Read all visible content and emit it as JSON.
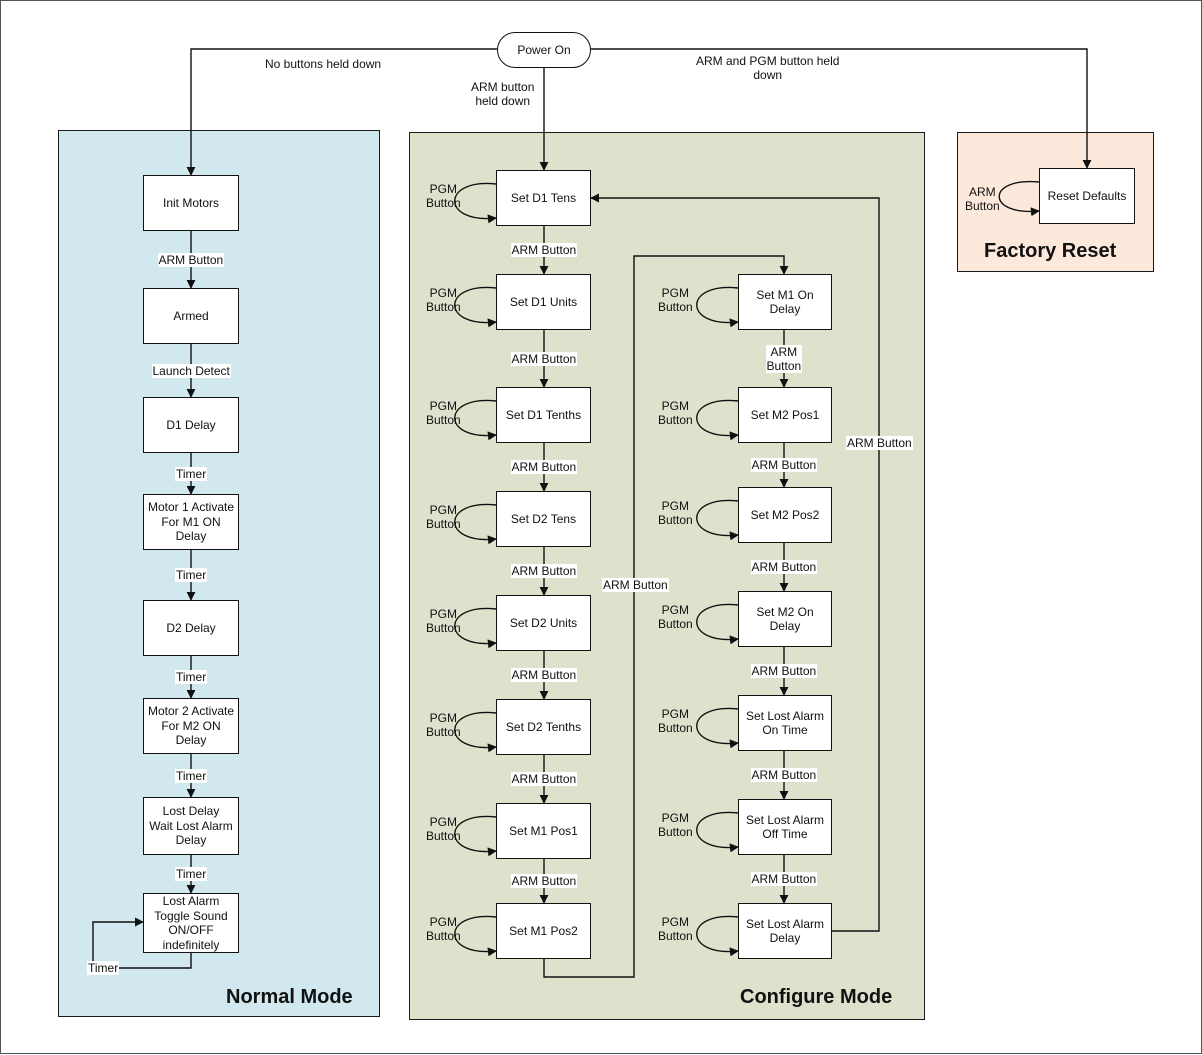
{
  "start": {
    "label": "Power On"
  },
  "branches": {
    "normal": "No buttons held down",
    "configure": "ARM button\nheld down",
    "factory": "ARM and PGM button held\ndown"
  },
  "panels": {
    "normal": "Normal Mode",
    "configure": "Configure Mode",
    "factory": "Factory Reset"
  },
  "normal_mode": {
    "nodes": [
      "Init Motors",
      "Armed",
      "D1 Delay",
      "Motor 1 Activate\nFor M1 ON\nDelay",
      "D2 Delay",
      "Motor 2 Activate\nFor M2 ON\nDelay",
      "Lost Delay\nWait Lost Alarm\nDelay",
      "Lost Alarm\nToggle Sound\nON/OFF\nindefinitely"
    ],
    "transitions": [
      "ARM Button",
      "Launch Detect",
      "Timer",
      "Timer",
      "Timer",
      "Timer",
      "Timer"
    ],
    "loop_label": "Timer"
  },
  "configure_mode": {
    "left_column": [
      "Set D1 Tens",
      "Set D1 Units",
      "Set D1 Tenths",
      "Set D2 Tens",
      "Set D2 Units",
      "Set D2 Tenths",
      "Set M1 Pos1",
      "Set M1 Pos2"
    ],
    "right_column": [
      "Set M1 On\nDelay",
      "Set M2 Pos1",
      "Set M2 Pos2",
      "Set M2 On\nDelay",
      "Set Lost Alarm\nOn Time",
      "Set Lost Alarm\nOff Time",
      "Set Lost Alarm\nDelay"
    ],
    "left_transitions": [
      "ARM Button",
      "ARM Button",
      "ARM Button",
      "ARM Button",
      "ARM Button",
      "ARM Button",
      "ARM Button"
    ],
    "right_transitions": [
      "ARM\nButton",
      "ARM Button",
      "ARM Button",
      "ARM Button",
      "ARM Button",
      "ARM Button"
    ],
    "self_loop_label": "PGM\nButton",
    "cross_label": "ARM Button",
    "return_label": "ARM Button"
  },
  "factory_reset": {
    "node": "Reset Defaults",
    "loop_label": "ARM\nButton"
  }
}
